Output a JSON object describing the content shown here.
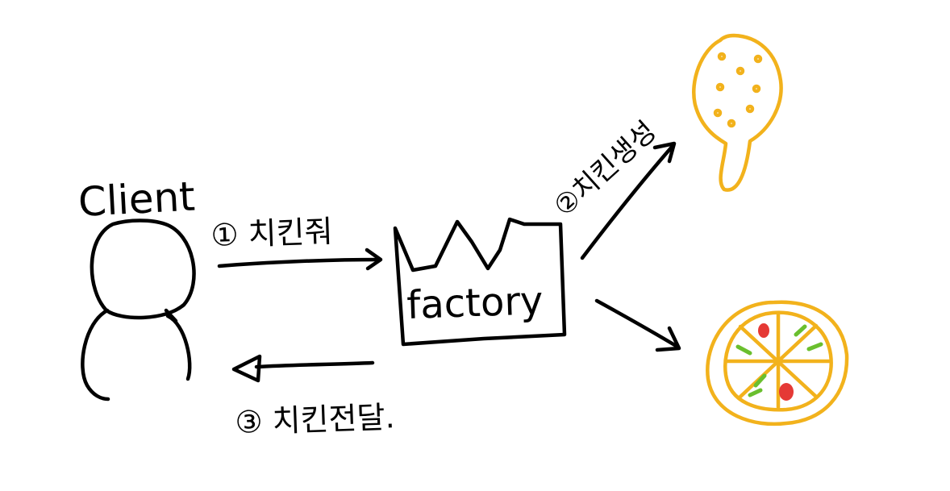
{
  "diagram": {
    "client_label": "Client",
    "factory_label": "factory",
    "request_label": "① 치킨줘",
    "create_label": "②치킨생성",
    "deliver_label": "③ 치킨전달.",
    "colors": {
      "ink": "#000000",
      "drumstick": "#f2b21c",
      "pizza_outline": "#f2b21c",
      "pepperoni": "#e53935",
      "pepper": "#6abf2e",
      "background": "#ffffff"
    },
    "icons": {
      "client": "person-icon",
      "factory": "factory-icon",
      "drumstick": "chicken-drumstick-icon",
      "pizza": "pizza-icon"
    }
  }
}
